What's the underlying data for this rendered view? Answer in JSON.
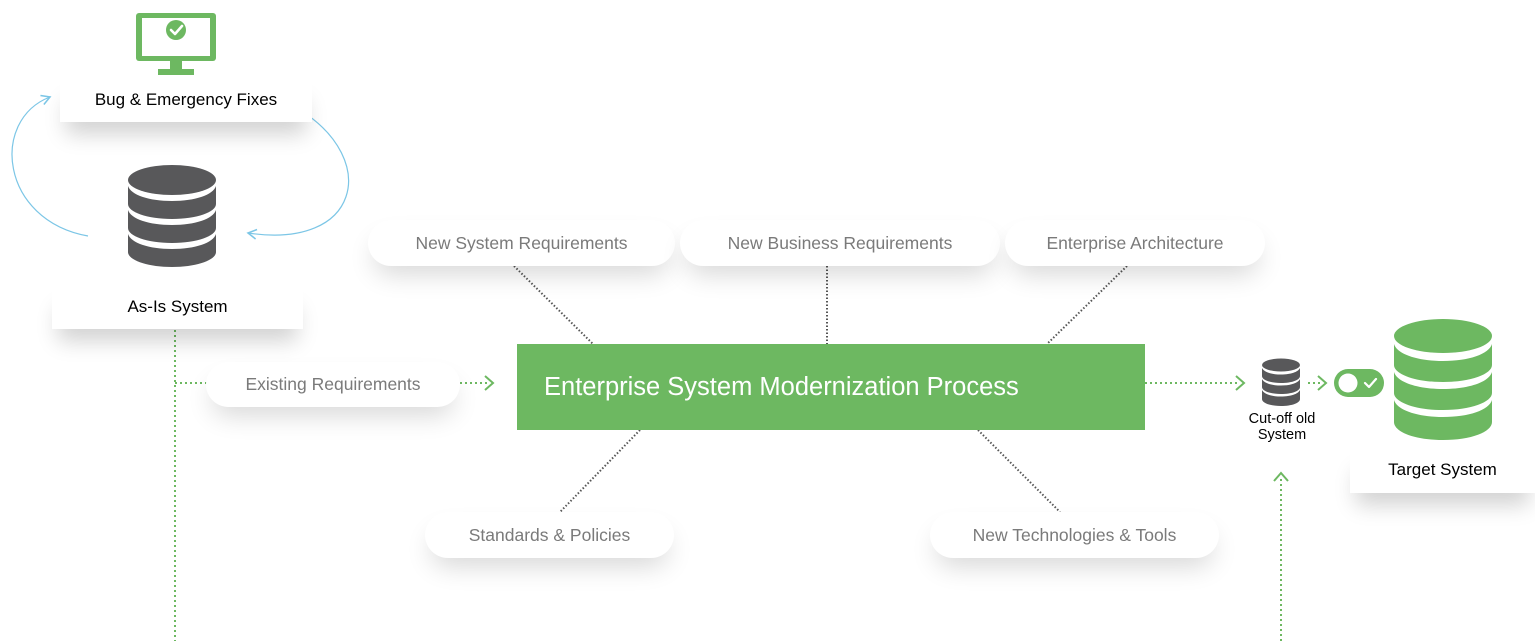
{
  "colors": {
    "accent_green": "#6db861",
    "database_gray": "#58585a",
    "cycle_arrow_blue": "#7cc6e6",
    "dotted_line_dark": "#555555"
  },
  "as_is": {
    "fix_label": "Bug & Emergency Fixes",
    "system_label": "As-Is System",
    "monitor_icon": "monitor-check-icon",
    "database_icon": "database-icon"
  },
  "requirements": {
    "top": [
      "New System Requirements",
      "New Business Requirements",
      "Enterprise Architecture"
    ],
    "existing": "Existing Requirements",
    "bottom": [
      "Standards  & Policies",
      "New Technologies & Tools"
    ]
  },
  "process": {
    "title": "Enterprise System Modernization Process"
  },
  "cutoff": {
    "label_line1": "Cut-off old",
    "label_line2": "System",
    "toggle_icon": "toggle-on-icon"
  },
  "target": {
    "label": "Target System",
    "database_icon": "database-icon"
  }
}
